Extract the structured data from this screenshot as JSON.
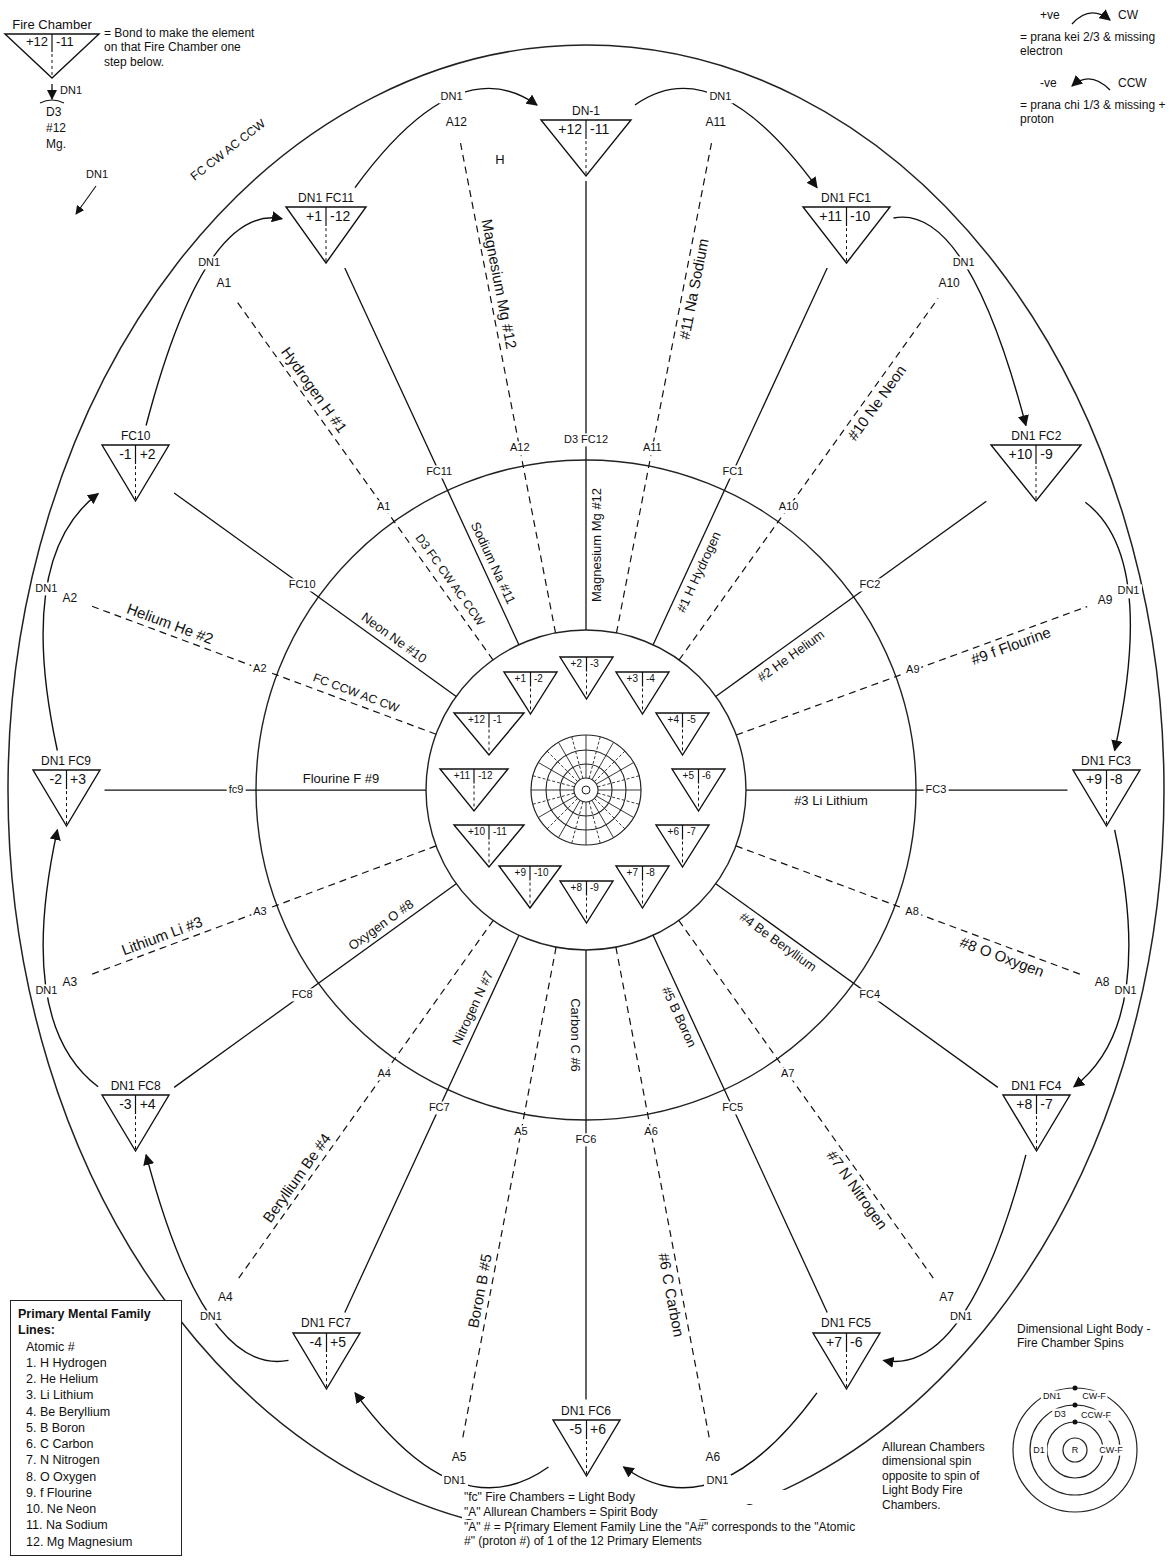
{
  "diagram": {
    "nodes": [
      {
        "text": [
          "Fire Chamber",
          "+12",
          "-11"
        ]
      },
      {
        "text": [
          "DN-1",
          "+12",
          "-11"
        ]
      },
      {
        "text": [
          "DN1 FC1",
          "+11",
          "-10"
        ]
      },
      {
        "text": [
          "DN1 FC2",
          "+10",
          "-9"
        ]
      },
      {
        "text": [
          "DN1 FC3",
          "+9",
          "-8"
        ]
      },
      {
        "text": [
          "DN1 FC4",
          "+8",
          "-7"
        ]
      },
      {
        "text": [
          "DN1 FC5",
          "+7",
          "-6"
        ]
      },
      {
        "text": [
          "DN1 FC6",
          "-5",
          "+6"
        ]
      },
      {
        "text": [
          "DN1 FC7",
          "-4",
          "+5"
        ]
      },
      {
        "text": [
          "DN1 FC8",
          "-3",
          "+4"
        ]
      },
      {
        "text": [
          "DN1 FC9",
          "-2",
          "+3"
        ]
      },
      {
        "text": [
          "FC10",
          "-1",
          "+2"
        ]
      },
      {
        "text": [
          "DN1 FC11",
          "+1",
          "-12"
        ]
      },
      {
        "text": [
          "+2",
          "-3"
        ]
      },
      {
        "text": [
          "+3",
          "-4"
        ]
      },
      {
        "text": [
          "+4",
          "-5"
        ]
      },
      {
        "text": [
          "+5",
          "-6"
        ]
      },
      {
        "text": [
          "+6",
          "-7"
        ]
      },
      {
        "text": [
          "+7",
          "-8"
        ]
      },
      {
        "text": [
          "+8",
          "-9"
        ]
      },
      {
        "text": [
          "+9",
          "-10"
        ]
      },
      {
        "text": [
          "+10",
          "-11"
        ]
      },
      {
        "text": [
          "+11",
          "-12"
        ]
      },
      {
        "text": [
          "+12",
          "-1"
        ]
      },
      {
        "text": [
          "+1",
          "-2"
        ]
      },
      {
        "text": [
          "Primary Mental Family Lines:",
          "Atomic #",
          "1. H Hydrogen",
          "2. He Helium",
          "3. Li Lithium",
          "4. Be Beryllium",
          "5. B Boron",
          "6. C Carbon",
          "7. N Nitrogen",
          "8. O Oxygen",
          "9. f Flourine",
          "10. Ne Neon",
          "11. Na Sodium",
          "12. Mg Magnesium"
        ]
      }
    ],
    "edges": [
      {
        "from": 1,
        "to": 2,
        "label": "DN1",
        "arrow": "to"
      },
      {
        "from": 2,
        "to": 3,
        "label": "DN1",
        "arrow": "to"
      },
      {
        "from": 3,
        "to": 4,
        "label": "DN1",
        "arrow": "to"
      },
      {
        "from": 4,
        "to": 5,
        "label": "DN1",
        "arrow": "to"
      },
      {
        "from": 5,
        "to": 6,
        "label": "DN1",
        "arrow": "to"
      },
      {
        "from": 6,
        "to": 7,
        "label": "DN1",
        "arrow": "to"
      },
      {
        "from": 7,
        "to": 8,
        "label": "DN1",
        "arrow": "to"
      },
      {
        "from": 8,
        "to": 9,
        "label": "DN1",
        "arrow": "to"
      },
      {
        "from": 9,
        "to": 10,
        "label": "DN1",
        "arrow": "to"
      },
      {
        "from": 10,
        "to": 11,
        "label": "DN1",
        "arrow": "to"
      },
      {
        "from": 11,
        "to": 12,
        "label": "DN1",
        "arrow": "to"
      },
      {
        "from": 12,
        "to": 1,
        "label": "DN1",
        "arrow": "to"
      }
    ],
    "labels": [
      "= Bond to make the element on that Fire Chamber one step below.",
      "DN1",
      "D3",
      "#12",
      "Mg.",
      "DN1",
      "+ve",
      "CW",
      "= prana kei 2/3 & missing electron",
      "-ve",
      "CCW",
      "= prana chi 1/3 & missing + proton",
      "FC CW AC CCW",
      "H",
      "Hydrogen H #1",
      "Helium He #2",
      "Lithium Li #3",
      "Beryllium Be #4",
      "Boron B #5",
      "#6 C Carbon",
      "#7 N Nitrogen",
      "#8 O Oxygen",
      "#9 f Flourine",
      "#10 Ne Neon",
      "#11 Na Sodium",
      "Magnesium Mg #12",
      "A1",
      "A2",
      "A3",
      "A4",
      "A5",
      "A6",
      "A7",
      "A8",
      "A9",
      "A10",
      "A11",
      "A12",
      "#1 H Hydrogen",
      "#2 He Helium",
      "#3 Li Lithium",
      "#4 Be Beryllium",
      "#5 B Boron",
      "Carbon C #6",
      "Nitrogen N #7",
      "Oxygen O #8",
      "Flourine F #9",
      "Neon Ne #10",
      "Sodium Na #11",
      "Magnesium Mg #12",
      "A1",
      "A2",
      "A3",
      "A4",
      "A5",
      "A6",
      "A7",
      "A8",
      "A9",
      "A10",
      "A11",
      "A12",
      "FC1",
      "FC2",
      "FC3",
      "FC4",
      "FC5",
      "FC6",
      "FC7",
      "FC8",
      "fc9",
      "FC10",
      "FC11",
      "D3 FC12",
      "D3 FC CW AC CCW",
      "FC CCW AC CW",
      "\"fc\" Fire Chambers = Light Body",
      "\"A\" Allurean Chambers = Spirit Body",
      "\"A\" # = P{rimary Element Family Line the \"A#\" corresponds to the \"Atomic #\" (proton #) of 1 of the 12 Primary Elements",
      "Allurean Chambers dimensional spin opposite to spin of Light Body Fire Chambers.",
      "Dimensional Light Body - Fire Chamber Spins",
      "DN1",
      "CW-F",
      "D3",
      "CCW-F",
      "D1",
      "CW-F",
      "R"
    ]
  }
}
